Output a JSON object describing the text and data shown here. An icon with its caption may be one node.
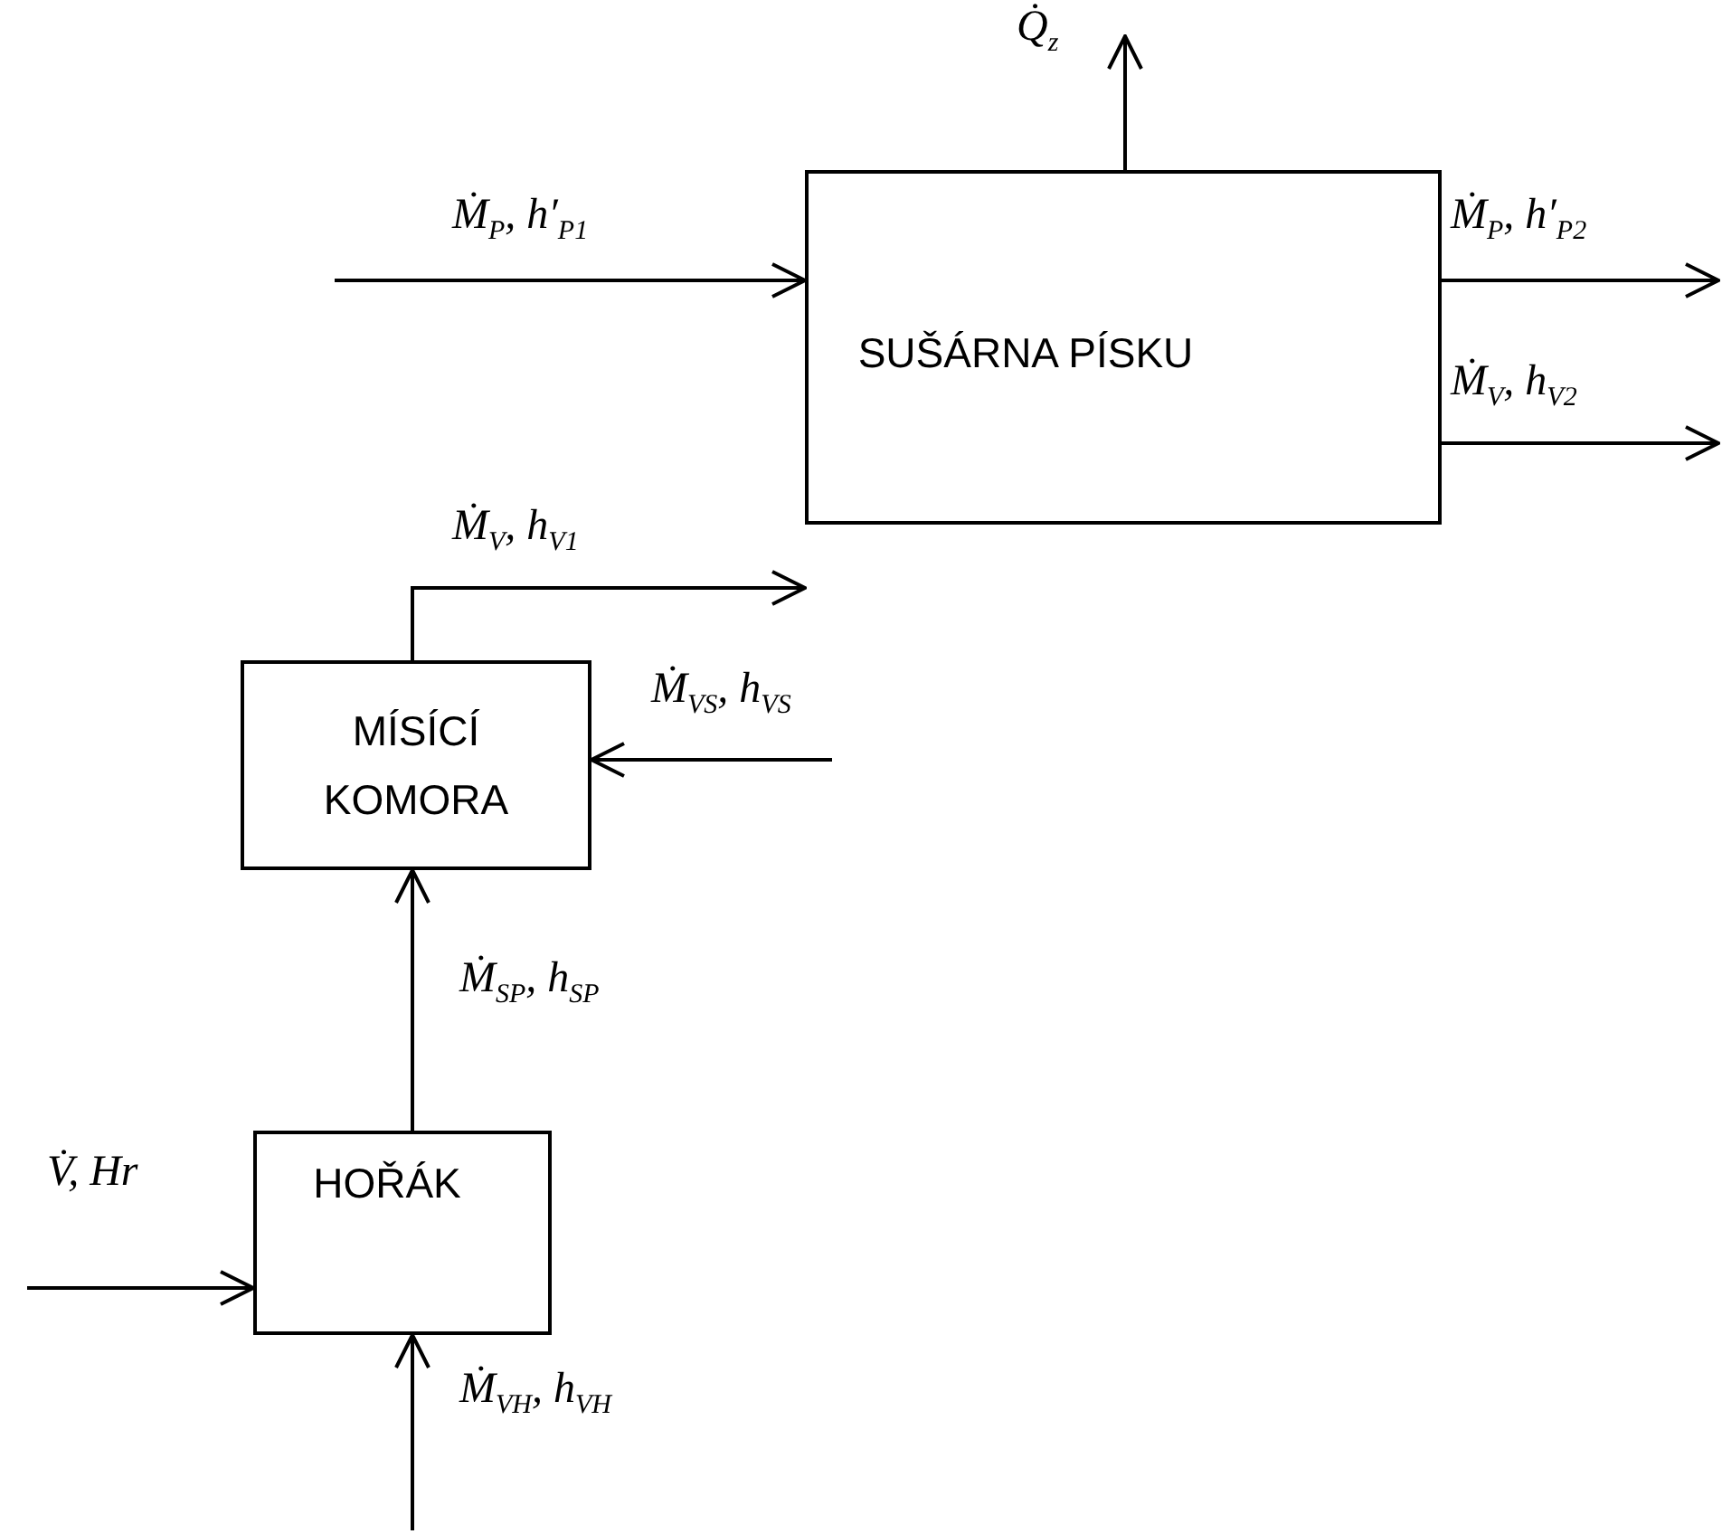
{
  "diagram": {
    "nodes": [
      {
        "text": [
          "SUŠÁRNA PÍSKU"
        ]
      },
      {
        "text": [
          "MÍSÍCÍ KOMORA"
        ]
      },
      {
        "text": [
          "HOŘÁK"
        ]
      }
    ],
    "edges": [
      {
        "from": null,
        "to": 0,
        "arrow": "to",
        "label": "Ṁ$_{P}$, h′$_{P1}$"
      },
      {
        "from": 1,
        "to": 0,
        "arrow": "to",
        "label": "Ṁ$_{V}$, h$_{V1}$"
      },
      {
        "from": 0,
        "to": null,
        "arrow": "to",
        "label": "Ṁ$_{P}$, h′$_{P2}$"
      },
      {
        "from": 0,
        "to": null,
        "arrow": "to",
        "label": "Ṁ$_{V}$, h$_{V2}$"
      },
      {
        "from": 0,
        "to": null,
        "arrow": "to",
        "label": "Q̇$_{z}$"
      },
      {
        "from": null,
        "to": 1,
        "arrow": "to",
        "label": "Ṁ$_{VS}$, h$_{VS}$"
      },
      {
        "from": 2,
        "to": 1,
        "arrow": "to",
        "label": "Ṁ$_{SP}$, h$_{SP}$"
      },
      {
        "from": null,
        "to": 2,
        "arrow": "to",
        "label": "V̇, Hr"
      },
      {
        "from": null,
        "to": 2,
        "arrow": "to",
        "label": "Ṁ$_{VH}$, h$_{VH}$"
      }
    ]
  }
}
